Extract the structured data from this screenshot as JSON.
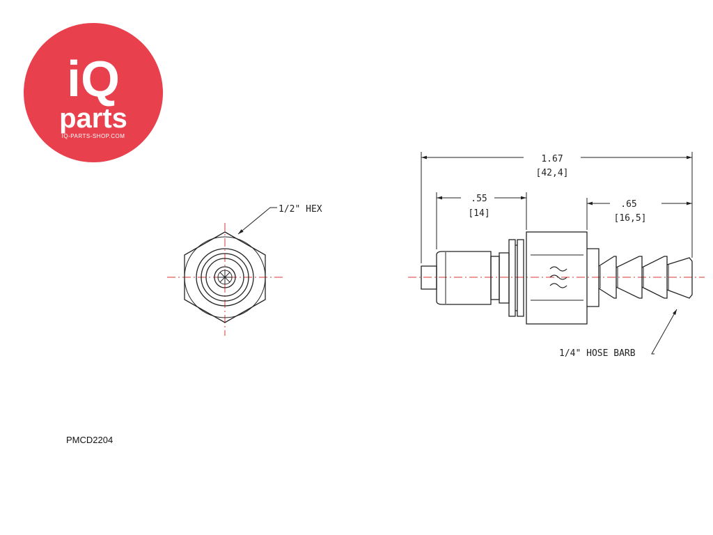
{
  "logo": {
    "brand_top": "iQ",
    "brand_bottom": "parts",
    "website": "IQ-PARTS-SHOP.COM",
    "color": "#e8404c"
  },
  "drawing": {
    "end_view": {
      "hex_label": "1/2\" HEX"
    },
    "side_view": {
      "overall_length": [
        "1.67",
        "[42,4]"
      ],
      "coupling_length": [
        ".55",
        "[14]"
      ],
      "barb_length": [
        ".65",
        "[16,5]"
      ],
      "barb_label": "1/4\" HOSE BARB"
    },
    "centerline_color": "#d93535"
  },
  "part_number": "PMCD2204"
}
